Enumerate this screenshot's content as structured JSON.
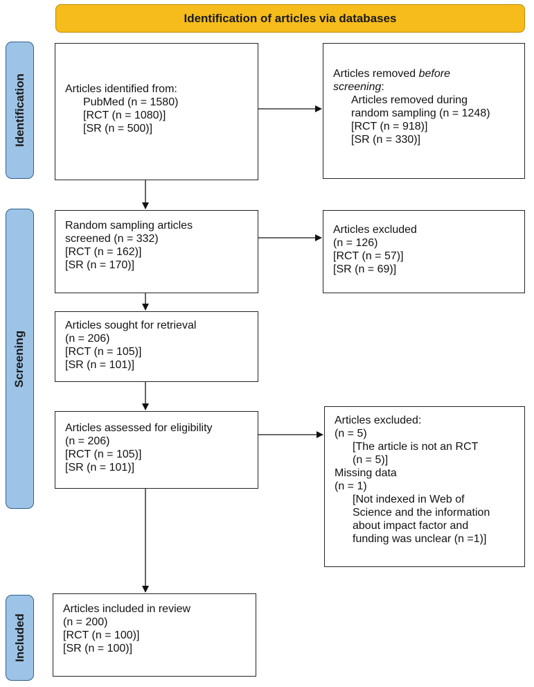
{
  "header": {
    "title": "Identification of articles via databases"
  },
  "phases": {
    "identification": "Identification",
    "screening": "Screening",
    "included": "Included"
  },
  "boxes": {
    "identified": {
      "l1": "Articles identified from:",
      "l2": "PubMed (n = 1580)",
      "l3": "[RCT (n = 1080)]",
      "l4": "[SR (n = 500)]"
    },
    "removed": {
      "l1a": "Articles removed ",
      "l1b": "before",
      "l2": "screening",
      "l2b": ":",
      "l3": "Articles removed during",
      "l4": "random sampling (n = 1248)",
      "l5": "[RCT (n = 918)]",
      "l6": "[SR (n = 330)]"
    },
    "screened": {
      "l1": "Random sampling articles",
      "l2": "screened (n = 332)",
      "l3": "[RCT (n = 162)]",
      "l4": "[SR (n = 170)]"
    },
    "excluded1": {
      "l1": "Articles excluded",
      "l2": "(n = 126)",
      "l3": "[RCT (n = 57)]",
      "l4": "[SR (n = 69)]"
    },
    "sought": {
      "l1": "Articles sought for retrieval",
      "l2": "(n = 206)",
      "l3": "[RCT (n = 105)]",
      "l4": "[SR (n = 101)]"
    },
    "assessed": {
      "l1": "Articles assessed for eligibility",
      "l2": "(n = 206)",
      "l3": "[RCT (n = 105)]",
      "l4": "[SR (n = 101)]"
    },
    "excluded2": {
      "l1": "Articles excluded:",
      "l2": "(n = 5)",
      "l3": "[The article is not an RCT",
      "l4": "(n = 5)]",
      "l5": "Missing data",
      "l6": "(n = 1)",
      "l7": "[Not indexed in Web of",
      "l8": "Science and the information",
      "l9": "about impact factor and",
      "l10": "funding was unclear (n =1)]"
    },
    "included": {
      "l1": "Articles included in review",
      "l2": "(n = 200)",
      "l3": "[RCT (n = 100)]",
      "l4": "[SR (n = 100)]"
    }
  },
  "colors": {
    "header_fill": "#f5bc1c",
    "phase_fill": "#9dc3e6",
    "box_border": "#222222"
  }
}
